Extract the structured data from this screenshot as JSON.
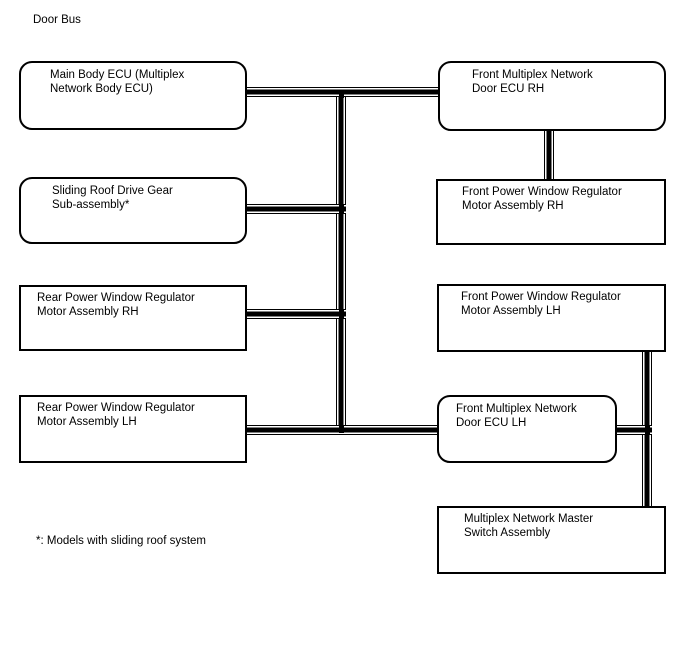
{
  "title": "Door Bus",
  "footnote": "*: Models with sliding roof system",
  "colors": {
    "line": "#000000",
    "background": "#ffffff",
    "text": "#000000"
  },
  "diagram": {
    "type": "bus-wiring-diagram",
    "nodes": [
      {
        "id": "main-body-ecu",
        "shape": "rounded",
        "lines": [
          "Main Body ECU (Multiplex",
          "Network Body ECU)"
        ]
      },
      {
        "id": "sliding-roof-drive-gear",
        "shape": "rounded",
        "lines": [
          "Sliding Roof Drive Gear",
          "Sub-assembly*"
        ]
      },
      {
        "id": "rear-pw-regulator-rh",
        "shape": "rect",
        "lines": [
          "Rear Power Window Regulator",
          "Motor Assembly RH"
        ]
      },
      {
        "id": "rear-pw-regulator-lh",
        "shape": "rect",
        "lines": [
          "Rear Power Window Regulator",
          "Motor Assembly LH"
        ]
      },
      {
        "id": "front-mpx-door-ecu-rh",
        "shape": "rounded",
        "lines": [
          "Front Multiplex Network",
          "Door ECU RH"
        ]
      },
      {
        "id": "front-pw-regulator-rh",
        "shape": "rect",
        "lines": [
          "Front Power Window Regulator",
          "Motor Assembly RH"
        ]
      },
      {
        "id": "front-pw-regulator-lh",
        "shape": "rect",
        "lines": [
          "Front Power Window Regulator",
          "Motor Assembly LH"
        ]
      },
      {
        "id": "front-mpx-door-ecu-lh",
        "shape": "rounded",
        "lines": [
          "Front Multiplex Network",
          "Door ECU LH"
        ]
      },
      {
        "id": "mpx-master-switch",
        "shape": "rect",
        "lines": [
          "Multiplex Network Master",
          "Switch Assembly"
        ]
      }
    ],
    "edges": [
      {
        "from": "main-body-ecu",
        "to": "front-mpx-door-ecu-rh",
        "via": "door-bus-trunk"
      },
      {
        "from": "sliding-roof-drive-gear",
        "to": "door-bus-trunk"
      },
      {
        "from": "rear-pw-regulator-rh",
        "to": "door-bus-trunk"
      },
      {
        "from": "rear-pw-regulator-lh",
        "to": "front-mpx-door-ecu-lh",
        "via": "door-bus-trunk"
      },
      {
        "from": "front-mpx-door-ecu-rh",
        "to": "front-pw-regulator-rh"
      },
      {
        "from": "front-mpx-door-ecu-lh",
        "to": "front-pw-regulator-lh"
      },
      {
        "from": "front-mpx-door-ecu-lh",
        "to": "mpx-master-switch"
      }
    ]
  }
}
